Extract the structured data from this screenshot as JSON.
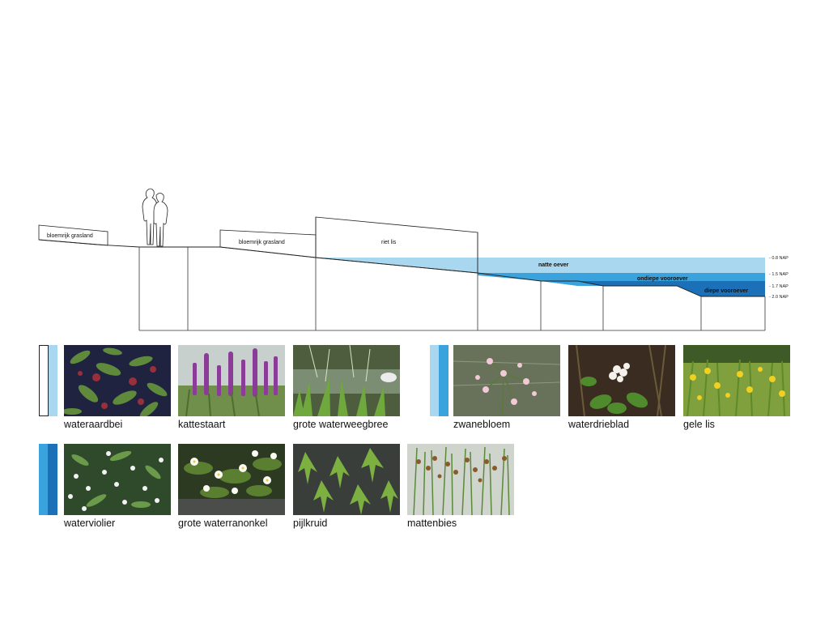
{
  "section": {
    "zones": {
      "grass_left": "bloemrijk grasland",
      "grass_mid": "bloemrijk grasland",
      "reed": "riet lis",
      "wet_bank": "natte oever",
      "shallow_bank": "ondiepe vooroever",
      "deep_bank": "diepe vooroever"
    },
    "levels": [
      "- 0.8 NAP",
      "- 1.5 NAP",
      "- 1.7 NAP",
      "- 2.0 NAP"
    ],
    "colors": {
      "light_water": "#a9d7f0",
      "mid_water": "#3aa2dc",
      "deep_water": "#1c70b7"
    }
  },
  "plants": {
    "row1_group1": [
      {
        "name": "wateraardbei",
        "icon": "wateraardbei-photo"
      },
      {
        "name": "kattestaart",
        "icon": "kattestaart-photo"
      },
      {
        "name": "grote waterweegbree",
        "icon": "grote-waterweegbree-photo"
      }
    ],
    "row1_group2": [
      {
        "name": "zwanebloem",
        "icon": "zwanebloem-photo"
      },
      {
        "name": "waterdrieblad",
        "icon": "waterdrieblad-photo"
      },
      {
        "name": "gele lis",
        "icon": "gele-lis-photo"
      }
    ],
    "row2": [
      {
        "name": "waterviolier",
        "icon": "waterviolier-photo"
      },
      {
        "name": "grote waterranonkel",
        "icon": "grote-waterranonkel-photo"
      },
      {
        "name": "pijlkruid",
        "icon": "pijlkruid-photo"
      },
      {
        "name": "mattenbies",
        "icon": "mattenbies-photo"
      }
    ]
  }
}
